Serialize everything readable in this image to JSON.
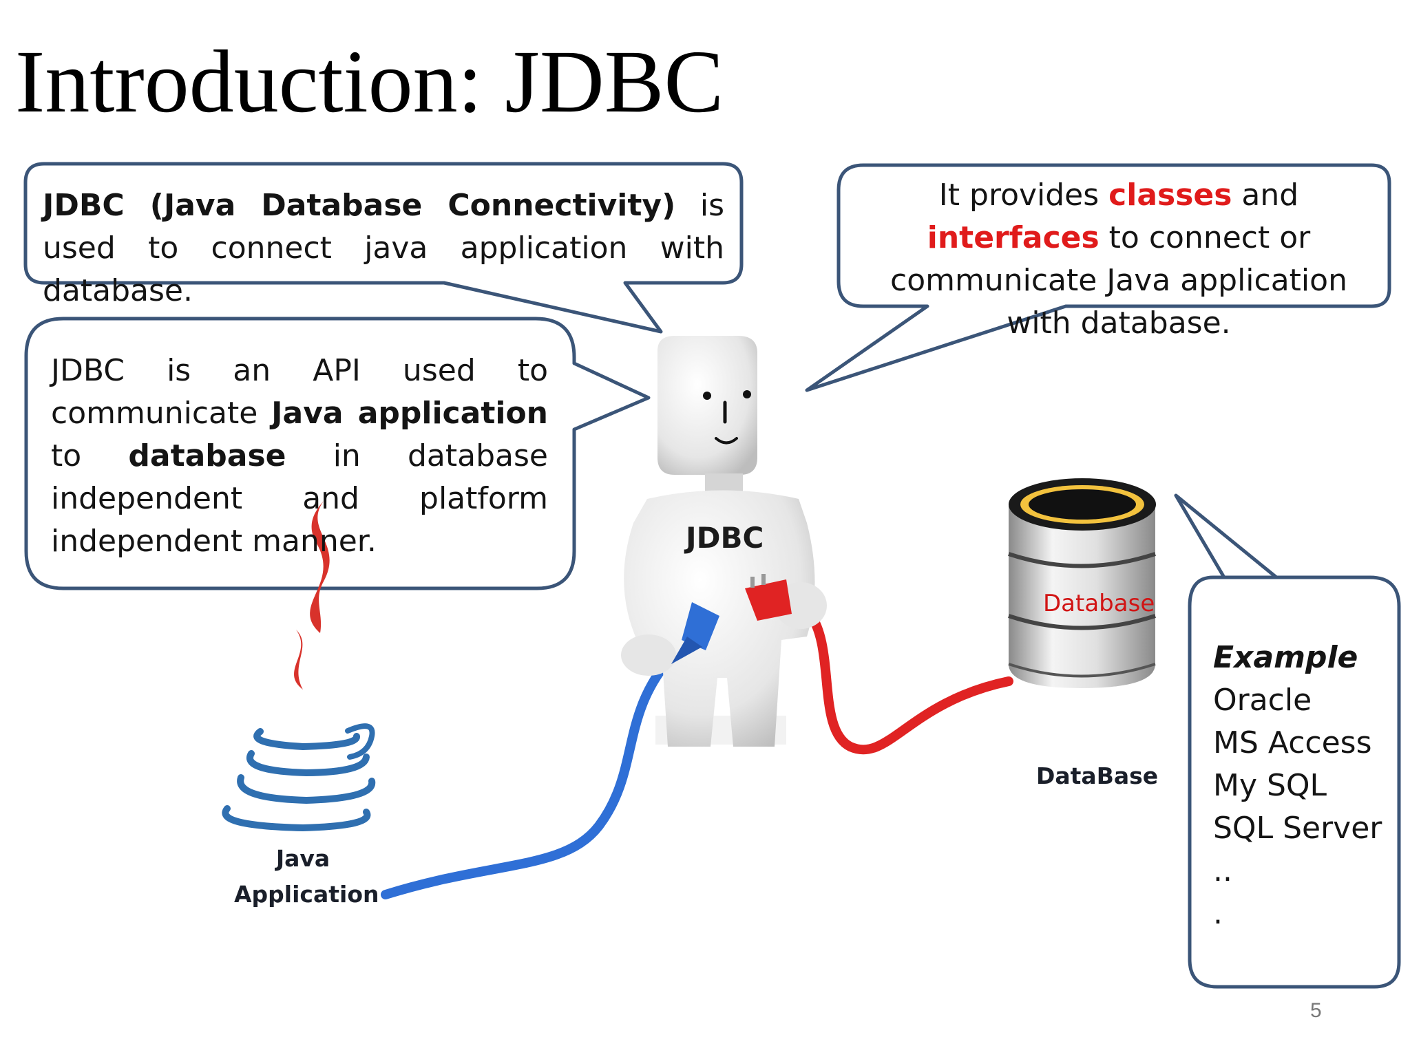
{
  "slide": {
    "title": "Introduction: JDBC",
    "page_number": "5"
  },
  "bubble_definition": {
    "term": "JDBC (Java Database Connectivity)",
    "rest": " is used to connect java application with database."
  },
  "bubble_provides": {
    "pre": "It provides ",
    "classes": "classes",
    "and": " and ",
    "interfaces": "interfaces",
    "post": " to connect or communicate Java application with database."
  },
  "bubble_api": {
    "p1": "JDBC is an API used to communicate ",
    "java_application": "Java application",
    "p2": " to ",
    "database": "database",
    "p3": " in database independent and platform independent manner."
  },
  "bubble_examples": {
    "heading": "Example",
    "items": [
      "Oracle",
      "MS Access",
      "My SQL",
      "SQL Server",
      "..",
      "."
    ]
  },
  "illustration": {
    "java_label_line1": "Java",
    "java_label_line2": "Application",
    "database_caption": "DataBase",
    "figure_label": "JDBC",
    "cylinder_label": "Database",
    "icons": [
      "java-logo-icon",
      "jdbc-figure-icon",
      "database-cylinder-icon",
      "blue-plug-icon",
      "red-plug-icon"
    ]
  },
  "colors": {
    "bubble_border": "#3b5578",
    "highlight_red": "#e01b1b",
    "blue_cable": "#2f6fd6",
    "red_cable": "#e02323",
    "java_red": "#d8322b",
    "java_blue": "#2f6fb0"
  }
}
